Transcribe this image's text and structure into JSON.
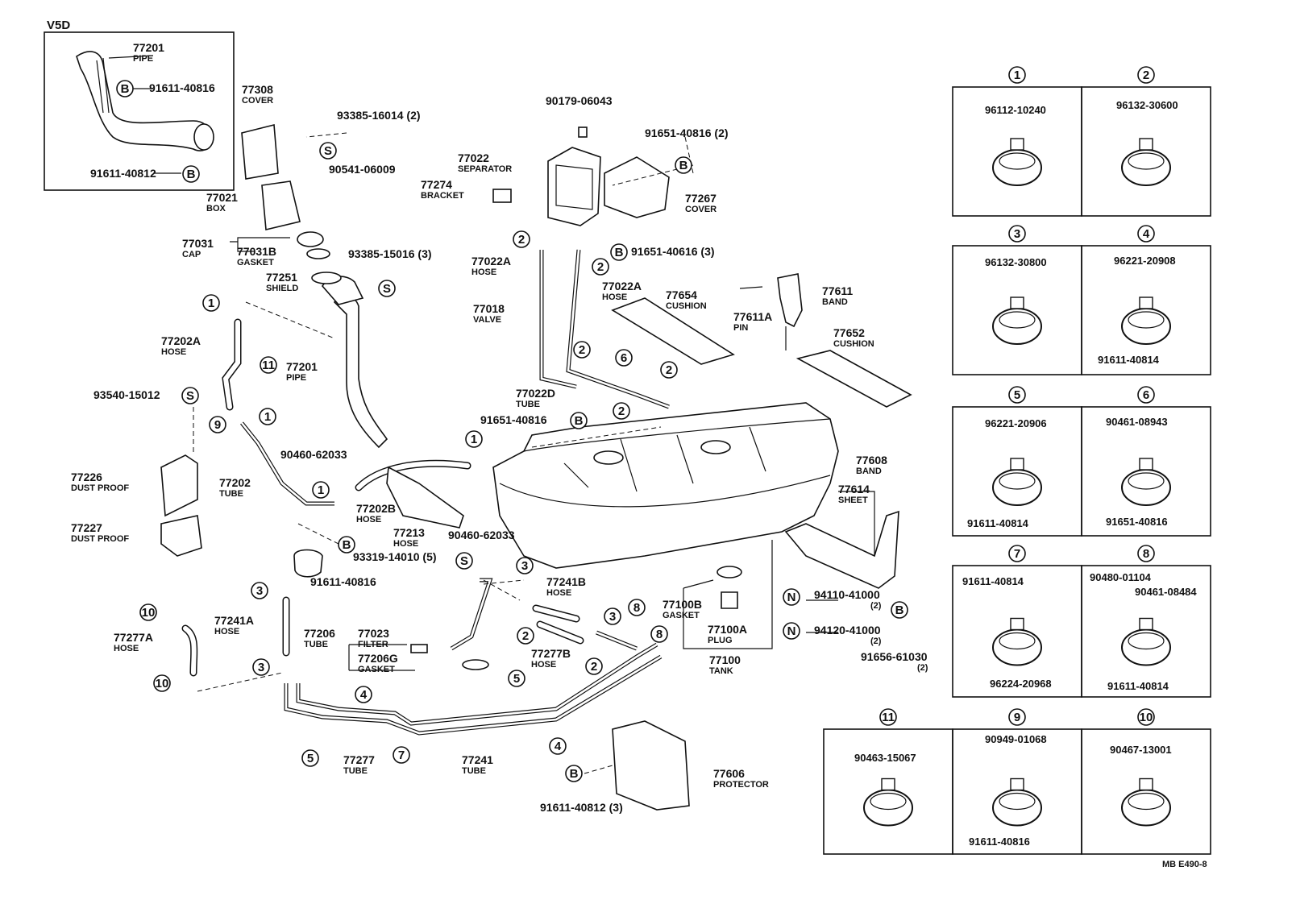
{
  "diagram_code": "V5D",
  "footer_code": "MB  E490-8",
  "labels": [
    {
      "id": "l1",
      "num": "77201",
      "name": "PIPE"
    },
    {
      "id": "l2",
      "num": "91611-40816",
      "name": ""
    },
    {
      "id": "l3",
      "num": "91611-40812",
      "name": ""
    },
    {
      "id": "l4",
      "num": "77308",
      "name": "COVER"
    },
    {
      "id": "l5",
      "num": "93385-16014 (2)",
      "name": ""
    },
    {
      "id": "l6",
      "num": "90541-06009",
      "name": ""
    },
    {
      "id": "l7",
      "num": "77021",
      "name": "BOX"
    },
    {
      "id": "l8",
      "num": "77031",
      "name": "CAP"
    },
    {
      "id": "l9",
      "num": "77031B",
      "name": "GASKET"
    },
    {
      "id": "l10",
      "num": "93385-15016 (3)",
      "name": ""
    },
    {
      "id": "l11",
      "num": "77251",
      "name": "SHIELD"
    },
    {
      "id": "l12",
      "num": "77202A",
      "name": "HOSE"
    },
    {
      "id": "l13",
      "num": "77201",
      "name": "PIPE"
    },
    {
      "id": "l14",
      "num": "93540-15012",
      "name": ""
    },
    {
      "id": "l15",
      "num": "77226",
      "name": "DUST PROOF"
    },
    {
      "id": "l16",
      "num": "77227",
      "name": "DUST PROOF"
    },
    {
      "id": "l17",
      "num": "77202",
      "name": "TUBE"
    },
    {
      "id": "l18",
      "num": "90460-62033",
      "name": ""
    },
    {
      "id": "l19",
      "num": "77202B",
      "name": "HOSE"
    },
    {
      "id": "l20",
      "num": "77213",
      "name": "HOSE"
    },
    {
      "id": "l21",
      "num": "90460-62033",
      "name": ""
    },
    {
      "id": "l22",
      "num": "93319-14010 (5)",
      "name": ""
    },
    {
      "id": "l23",
      "num": "91611-40816",
      "name": ""
    },
    {
      "id": "l24",
      "num": "90179-06043",
      "name": ""
    },
    {
      "id": "l25",
      "num": "91651-40816 (2)",
      "name": ""
    },
    {
      "id": "l26",
      "num": "77022",
      "name": "SEPARATOR"
    },
    {
      "id": "l27",
      "num": "77274",
      "name": "BRACKET"
    },
    {
      "id": "l28",
      "num": "77267",
      "name": "COVER"
    },
    {
      "id": "l29",
      "num": "91651-40616 (3)",
      "name": ""
    },
    {
      "id": "l30",
      "num": "77022A",
      "name": "HOSE"
    },
    {
      "id": "l31",
      "num": "77022A",
      "name": "HOSE"
    },
    {
      "id": "l32",
      "num": "77018",
      "name": "VALVE"
    },
    {
      "id": "l33",
      "num": "77654",
      "name": "CUSHION"
    },
    {
      "id": "l34",
      "num": "77611",
      "name": "BAND"
    },
    {
      "id": "l35",
      "num": "77611A",
      "name": "PIN"
    },
    {
      "id": "l36",
      "num": "77652",
      "name": "CUSHION"
    },
    {
      "id": "l37",
      "num": "77022D",
      "name": "TUBE"
    },
    {
      "id": "l38",
      "num": "91651-40816",
      "name": ""
    },
    {
      "id": "l39",
      "num": "77608",
      "name": "BAND"
    },
    {
      "id": "l40",
      "num": "77614",
      "name": "SHEET"
    },
    {
      "id": "l41",
      "num": "77241B",
      "name": "HOSE"
    },
    {
      "id": "l42",
      "num": "77241A",
      "name": "HOSE"
    },
    {
      "id": "l43",
      "num": "77206",
      "name": "TUBE"
    },
    {
      "id": "l44",
      "num": "77023",
      "name": "FILTER"
    },
    {
      "id": "l45",
      "num": "77206G",
      "name": "GASKET"
    },
    {
      "id": "l46",
      "num": "77277A",
      "name": "HOSE"
    },
    {
      "id": "l47",
      "num": "77277B",
      "name": "HOSE"
    },
    {
      "id": "l48",
      "num": "77100B",
      "name": "GASKET"
    },
    {
      "id": "l49",
      "num": "77100A",
      "name": "PLUG"
    },
    {
      "id": "l50",
      "num": "77100",
      "name": "TANK"
    },
    {
      "id": "l51",
      "num": "94110-41000",
      "name": "(2)"
    },
    {
      "id": "l52",
      "num": "94120-41000",
      "name": "(2)"
    },
    {
      "id": "l53",
      "num": "91656-61030",
      "name": "(2)"
    },
    {
      "id": "l54",
      "num": "77277",
      "name": "TUBE"
    },
    {
      "id": "l55",
      "num": "77241",
      "name": "TUBE"
    },
    {
      "id": "l56",
      "num": "77606",
      "name": "PROTECTOR"
    },
    {
      "id": "l57",
      "num": "91611-40812 (3)",
      "name": ""
    }
  ],
  "clamp_table": [
    {
      "n": "1",
      "parts": [
        "96112-10240"
      ]
    },
    {
      "n": "2",
      "parts": [
        "96132-30600"
      ]
    },
    {
      "n": "3",
      "parts": [
        "96132-30800"
      ]
    },
    {
      "n": "4",
      "parts": [
        "96221-20908",
        "91611-40814"
      ]
    },
    {
      "n": "5",
      "parts": [
        "96221-20906",
        "91611-40814"
      ]
    },
    {
      "n": "6",
      "parts": [
        "90461-08943",
        "91651-40816"
      ]
    },
    {
      "n": "7",
      "parts": [
        "91611-40814",
        "96224-20968"
      ]
    },
    {
      "n": "8",
      "parts": [
        "90480-01104",
        "90461-08484",
        "91611-40814"
      ]
    },
    {
      "n": "11",
      "parts": [
        "90463-15067"
      ]
    },
    {
      "n": "9",
      "parts": [
        "90949-01068",
        "91611-40816"
      ]
    },
    {
      "n": "10",
      "parts": [
        "90467-13001"
      ]
    }
  ],
  "markers": {
    "b": "B",
    "s": "S",
    "n": "N"
  }
}
